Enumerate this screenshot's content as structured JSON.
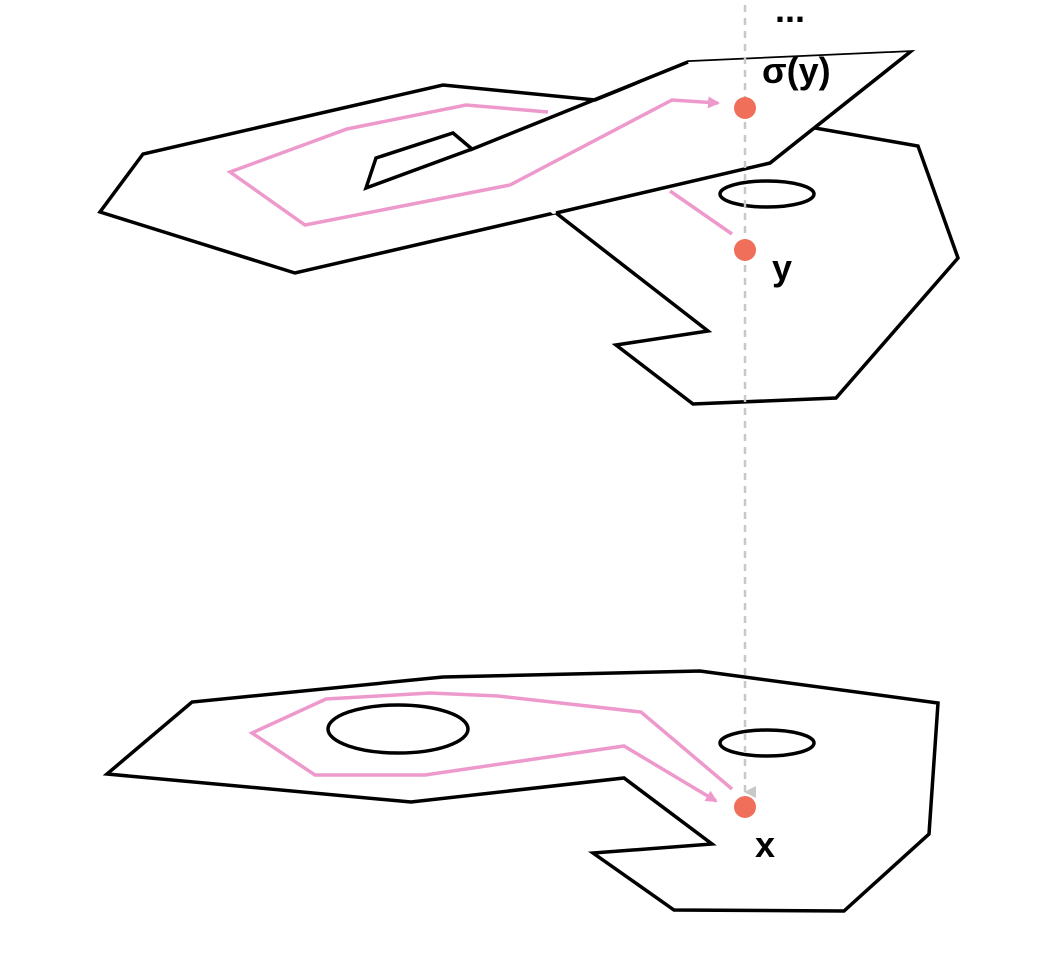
{
  "labels": {
    "ellipsis": "...",
    "sigma_y": "σ(y)",
    "y": "y",
    "x": "x"
  },
  "colors": {
    "sheet_stroke": "#000000",
    "path": "#ee99cc",
    "point": "#ef6f5a",
    "projection": "#c8c8c8",
    "background": "#ffffff"
  }
}
